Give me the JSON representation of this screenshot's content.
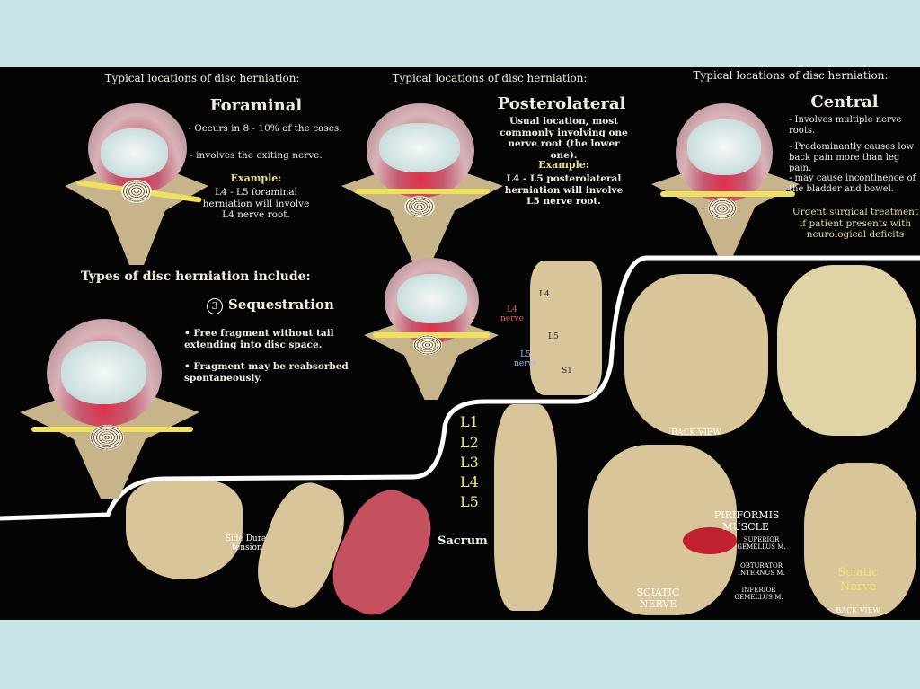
{
  "foraminal": {
    "header": "Typical locations of disc herniation:",
    "title": "Foraminal",
    "points": [
      "- Occurs in 8 - 10% of the cases.",
      "- involves the exiting nerve."
    ],
    "example_label": "Example:",
    "example": "L4 - L5 foraminal herniation will involve L4 nerve root."
  },
  "posterolateral": {
    "header": "Typical locations of disc herniation:",
    "title": "Posterolateral",
    "desc": "Usual location, most commonly involving one nerve root (the lower one).",
    "example_label": "Example:",
    "example": "L4 - L5 posterolateral herniation will involve L5 nerve root."
  },
  "central": {
    "header": "Typical locations of disc herniation:",
    "title": "Central",
    "points": [
      "- Involves multiple nerve roots.",
      "- Predominantly causes low back pain more than leg pain.",
      "- may cause incontinence of the bladder and bowel."
    ],
    "urgent": "Urgent surgical treatment if patient presents with neurological deficits"
  },
  "types": {
    "header": "Types of disc herniation include:",
    "number": "3",
    "title": "Sequestration",
    "points": [
      "• Free fragment without tail extending into disc space.",
      "• Fragment may be reabsorbed spontaneously."
    ]
  },
  "spine_side": {
    "l4_nerve": "L4 nerve",
    "l5_nerve": "L5 nerve",
    "l4": "L4",
    "l5": "L5",
    "s1": "S1"
  },
  "dural": {
    "label": "Side Dural tension"
  },
  "lumbar": {
    "levels": [
      "L1",
      "L2",
      "L3",
      "L4",
      "L5"
    ],
    "sacrum": "Sacrum"
  },
  "pelvis": {
    "back_view": "BACK VIEW",
    "piriformis": "PIRIFORMIS MUSCLE",
    "superior": "SUPERIOR GEMELLUS M.",
    "obturator": "OBTURATOR INTERNUS M.",
    "inferior": "INFERIOR GEMELLUS M.",
    "sciatic": "SCIATIC NERVE",
    "sciatic2": "Sciatic Nerve",
    "back_view2": "BACK VIEW"
  }
}
